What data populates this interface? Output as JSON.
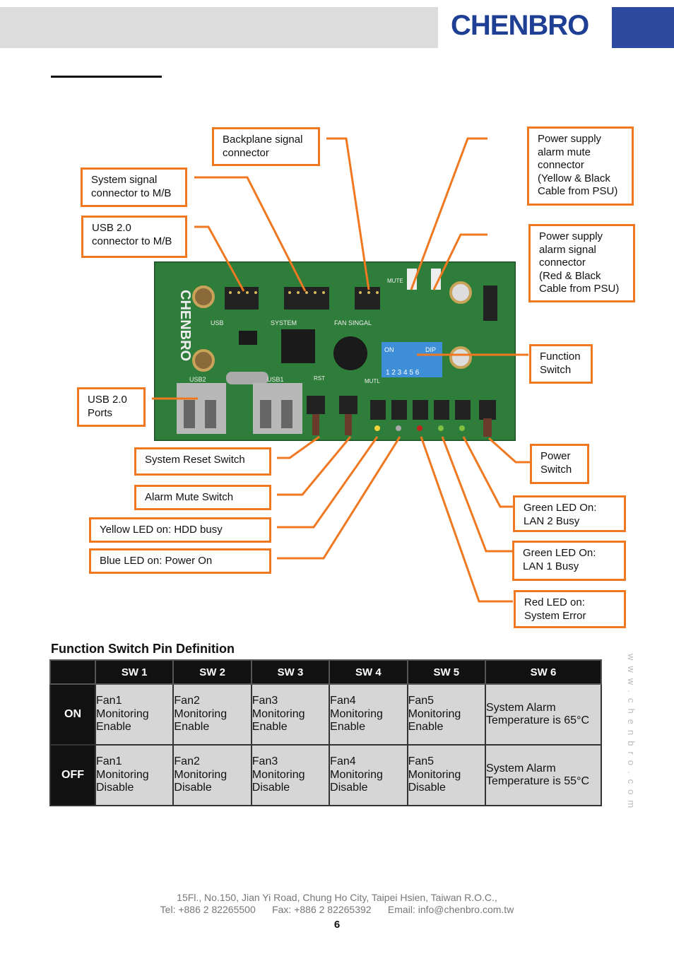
{
  "header": {
    "logo_text": "CHENBRO"
  },
  "callouts": {
    "backplane": "Backplane signal\nconnector",
    "system_signal": "System signal\nconnector to M/B",
    "usb_conn": "USB 2.0\nconnector to M/B",
    "psu_mute": "Power supply\nalarm mute\nconnector\n(Yellow & Black\nCable from PSU)",
    "psu_signal": "Power supply\nalarm signal\nconnector\n(Red & Black\nCable from PSU)",
    "function_switch": "Function\nSwitch",
    "usb_ports": "USB 2.0\nPorts",
    "reset": "System Reset Switch",
    "alarm_mute": "Alarm Mute Switch",
    "yellow_led": "Yellow LED on: HDD busy",
    "blue_led": "Blue LED on: Power On",
    "power_switch": "Power\nSwitch",
    "lan2": "Green LED On:\nLAN 2 Busy",
    "lan1": "Green LED On:\nLAN 1 Busy",
    "red_led": "Red LED on:\nSystem Error"
  },
  "board": {
    "silk_brand": "CHENBRO",
    "usb_label": "USB",
    "system_label": "SYSTEM",
    "fan_label": "FAN SINGAL",
    "mute_label": "MUTE",
    "dip_on": "ON",
    "dip_label": "DIP",
    "dip_numbers": "1 2 3 4 5 6",
    "usb2_label": "USB2",
    "usb1_label": "USB1",
    "rst_label": "RST",
    "mutl_label": "MUTL"
  },
  "table": {
    "title": "Function Switch Pin Definition",
    "headers": [
      "SW 1",
      "SW 2",
      "SW 3",
      "SW 4",
      "SW 5",
      "SW 6"
    ],
    "rows": [
      {
        "label": "ON",
        "cells": [
          "Fan1\nMonitoring\nEnable",
          "Fan2\nMonitoring\nEnable",
          "Fan3\nMonitoring\nEnable",
          "Fan4\nMonitoring\nEnable",
          "Fan5\nMonitoring\nEnable",
          "System Alarm\nTemperature is 65°C"
        ]
      },
      {
        "label": "OFF",
        "cells": [
          "Fan1\nMonitoring\nDisable",
          "Fan2\nMonitoring\nDisable",
          "Fan3\nMonitoring\nDisable",
          "Fan4\nMonitoring\nDisable",
          "Fan5\nMonitoring\nDisable",
          "System Alarm\nTemperature is 55°C"
        ]
      }
    ]
  },
  "side_url": "www.chenbro.com",
  "footer": {
    "address": "15Fl., No.150, Jian Yi Road, Chung Ho City, Taipei Hsien, Taiwan R.O.C.,",
    "contact": "Tel: +886 2 82265500      Fax: +886 2 82265392      Email: info@chenbro.com.tw",
    "page_number": "6"
  },
  "colors": {
    "callout_border": "#f07820",
    "brand_blue": "#2d4aa0",
    "pcb_green": "#2f7d3a"
  }
}
